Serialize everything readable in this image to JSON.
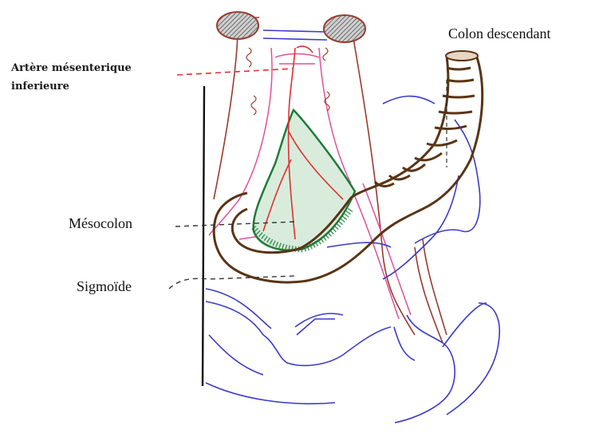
{
  "labels": {
    "artery_line1": "Artère mésenterique",
    "artery_line2": "inferieure",
    "colon": "Colon descendant",
    "mesocolon": "Mésocolon",
    "sigmoid": "Sigmoïde"
  },
  "colors": {
    "background": "#ffffff",
    "colon_outline": "#5a3414",
    "mesocolon_fill": "#d9ecdc",
    "mesocolon_outline": "#1e7a3a",
    "artery": "#e03030",
    "vessel_pink": "#e0509a",
    "pelvis_blue": "#3a3ac8",
    "ureter_brown": "#9a3b2e",
    "axis_black": "#111111",
    "hatched_fill": "#777777"
  }
}
